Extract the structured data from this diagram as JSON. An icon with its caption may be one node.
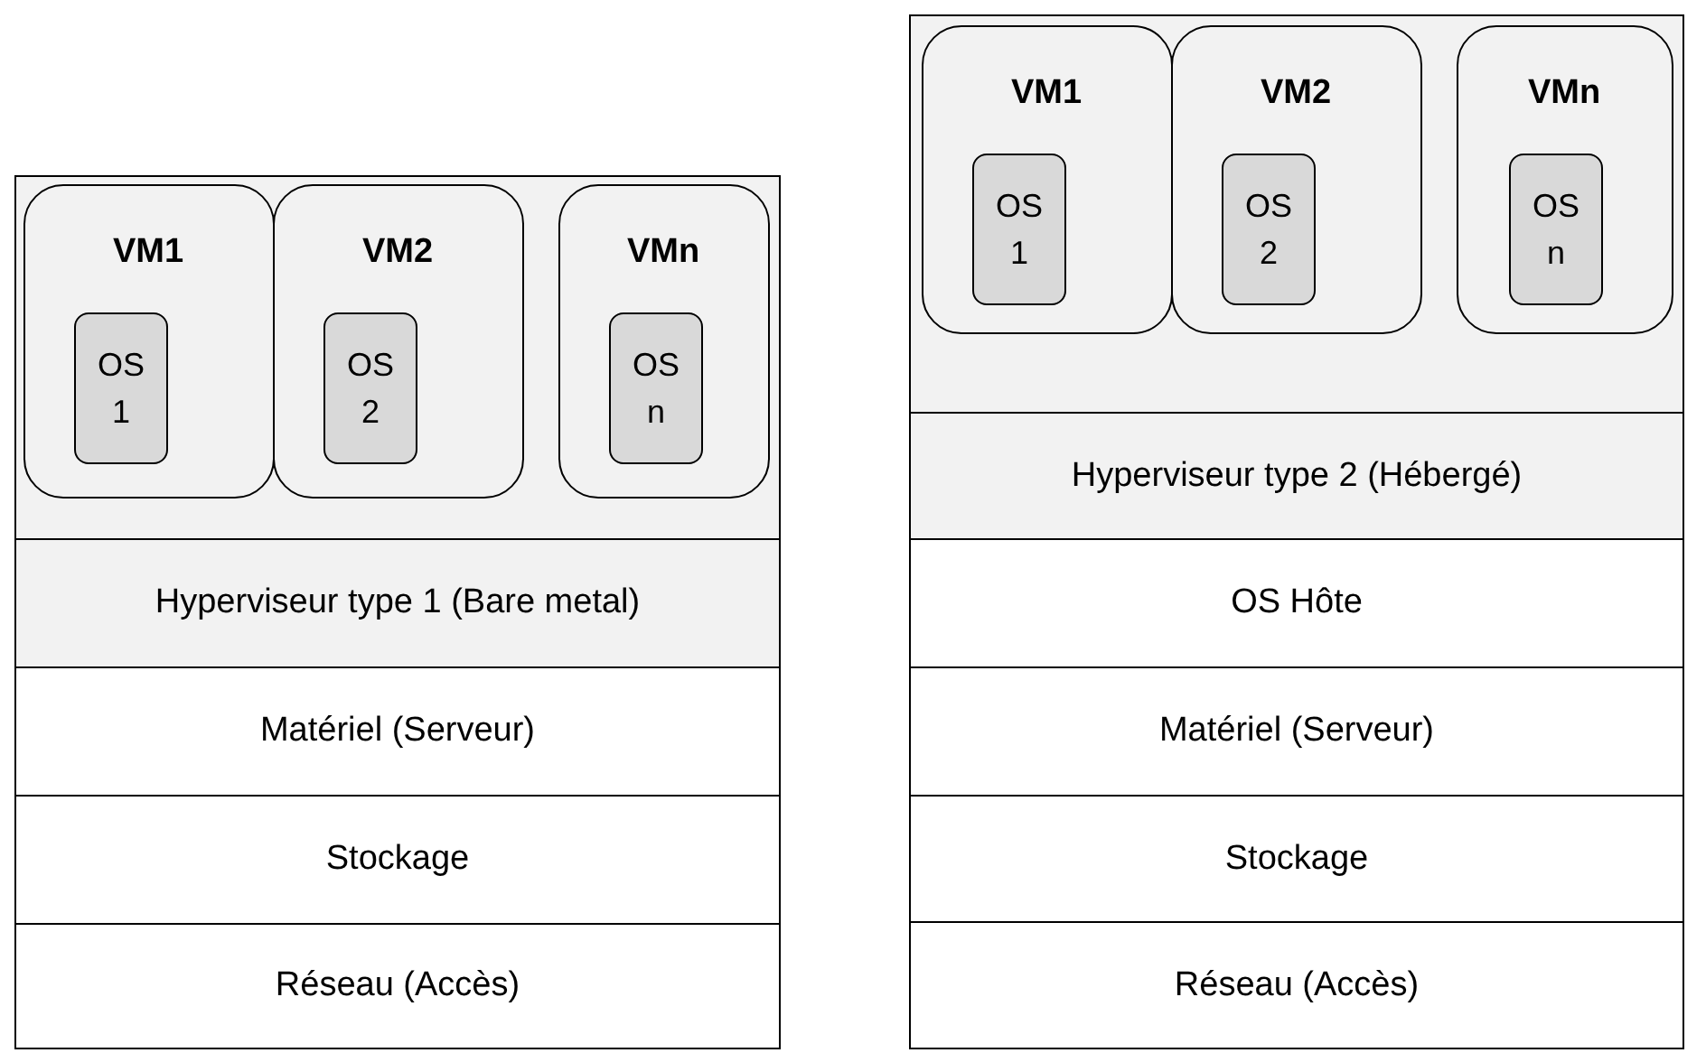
{
  "diagram": {
    "nodes": [
      {
        "text": [],
        "shape": "box"
      },
      {
        "text": [
          "VM1"
        ],
        "in": 0
      },
      {
        "text": [
          "OS 1"
        ],
        "in": 1
      },
      {
        "text": [
          "VM2"
        ],
        "in": 0
      },
      {
        "text": [
          "OS 2"
        ],
        "in": 3
      },
      {
        "text": [
          "VMn"
        ],
        "in": 0
      },
      {
        "text": [
          "OS n"
        ],
        "in": 5
      },
      {
        "text": [
          "Hyperviseur type 1 (Bare metal)"
        ]
      },
      {
        "text": [
          "Matériel (Serveur)"
        ]
      },
      {
        "text": [
          "Stockage"
        ]
      },
      {
        "text": [
          "Réseau (Accès)"
        ]
      },
      {
        "text": [],
        "shape": "box"
      },
      {
        "text": [
          "VM1"
        ],
        "in": 11
      },
      {
        "text": [
          "OS 1"
        ],
        "in": 12
      },
      {
        "text": [
          "VM2"
        ],
        "in": 11
      },
      {
        "text": [
          "OS 2"
        ],
        "in": 14
      },
      {
        "text": [
          "VMn"
        ],
        "in": 11
      },
      {
        "text": [
          "OS n"
        ],
        "in": 16
      },
      {
        "text": [
          "Hyperviseur type 2 (Hébergé)"
        ]
      },
      {
        "text": [
          "OS Hôte"
        ]
      },
      {
        "text": [
          "Matériel (Serveur)"
        ]
      },
      {
        "text": [
          "Stockage"
        ]
      },
      {
        "text": [
          "Réseau (Accès)"
        ]
      }
    ],
    "edges": []
  }
}
